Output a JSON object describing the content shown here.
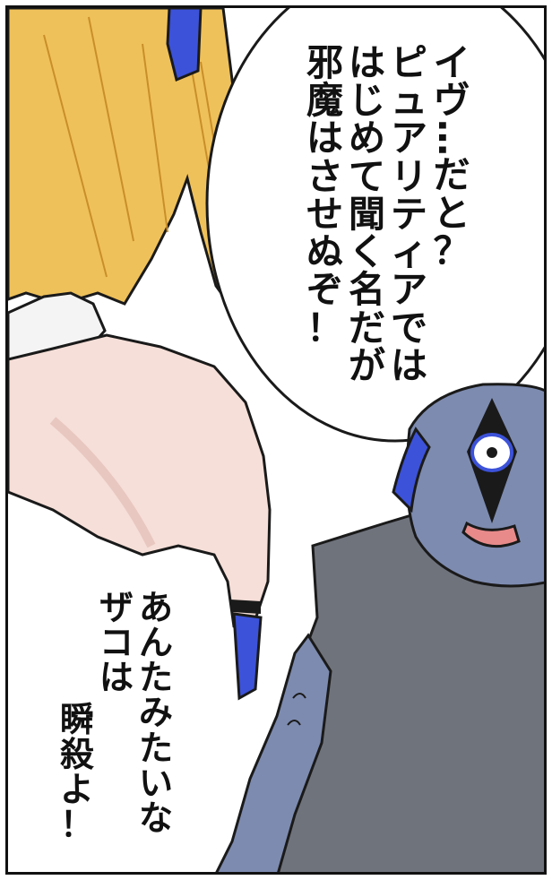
{
  "speech_bubble": {
    "lines": [
      "邪魔はさせぬぞ！",
      "はじめて聞く名だが",
      "ピュアリティアでは",
      "イヴ…だと？"
    ]
  },
  "narration": {
    "lines": [
      "瞬殺よ！",
      "ザコは",
      "あんたみたいな"
    ]
  },
  "colors": {
    "hair": "#f0c35a",
    "skin": "#f6dfd8",
    "monster_skin": "#7d8bb0",
    "monster_shirt": "#6f737c",
    "ribbon": "#3c52d9"
  }
}
